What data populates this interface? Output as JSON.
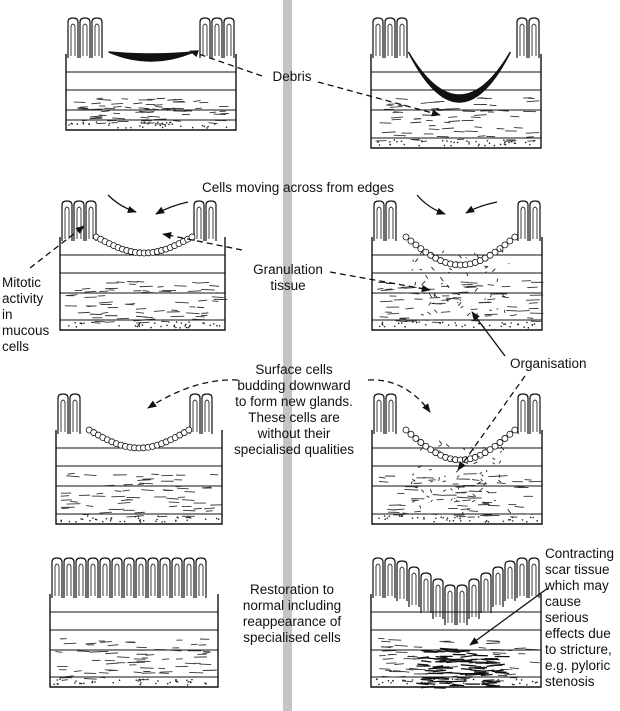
{
  "labels": {
    "debris": "Debris",
    "cells_moving": "Cells moving across from edges",
    "granulation": [
      "Granulation",
      "tissue"
    ],
    "mitotic": [
      "Mitotic",
      "activity",
      "in",
      "mucous",
      "cells"
    ],
    "organisation": "Organisation",
    "surface_cells": [
      "Surface cells",
      "budding downward",
      "to form new glands.",
      "These cells are",
      "without their",
      "specialised qualities"
    ],
    "restoration": [
      "Restoration to",
      "normal including",
      "reappearance of",
      "specialised cells"
    ],
    "contracting": [
      "Contracting",
      "scar tissue",
      "which may",
      "cause",
      "serious",
      "effects due",
      "to stricture,",
      "e.g. pyloric",
      "stenosis"
    ]
  },
  "colors": {
    "ink": "#111111",
    "divider": "#c4c4c4"
  }
}
